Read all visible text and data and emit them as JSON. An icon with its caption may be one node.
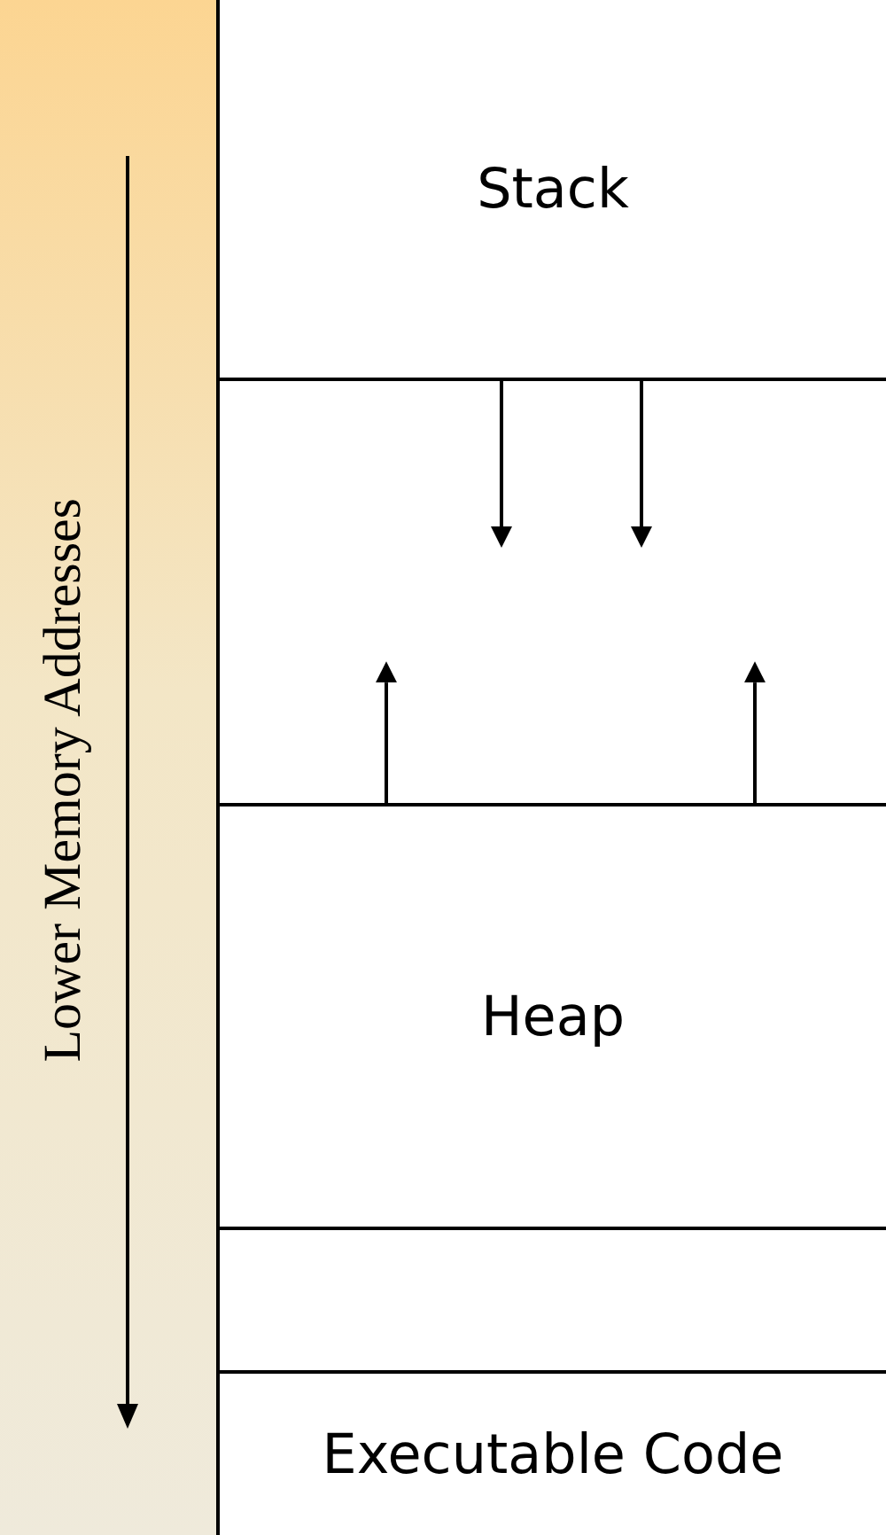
{
  "diagram": {
    "nodes": [
      {
        "text": [
          "Stack"
        ]
      },
      {
        "text": [],
        "shape": "box"
      },
      {
        "text": [
          "Heap"
        ]
      },
      {
        "text": [],
        "shape": "box"
      },
      {
        "text": [
          "Executable Code"
        ]
      }
    ],
    "edges": [
      {
        "from": 0,
        "to": 1,
        "arrow": "to"
      },
      {
        "from": 0,
        "to": 1,
        "arrow": "to"
      },
      {
        "from": 2,
        "to": 1,
        "arrow": "to"
      },
      {
        "from": 2,
        "to": 1,
        "arrow": "to"
      }
    ],
    "labels": [
      "Lower Memory Addresses"
    ]
  }
}
